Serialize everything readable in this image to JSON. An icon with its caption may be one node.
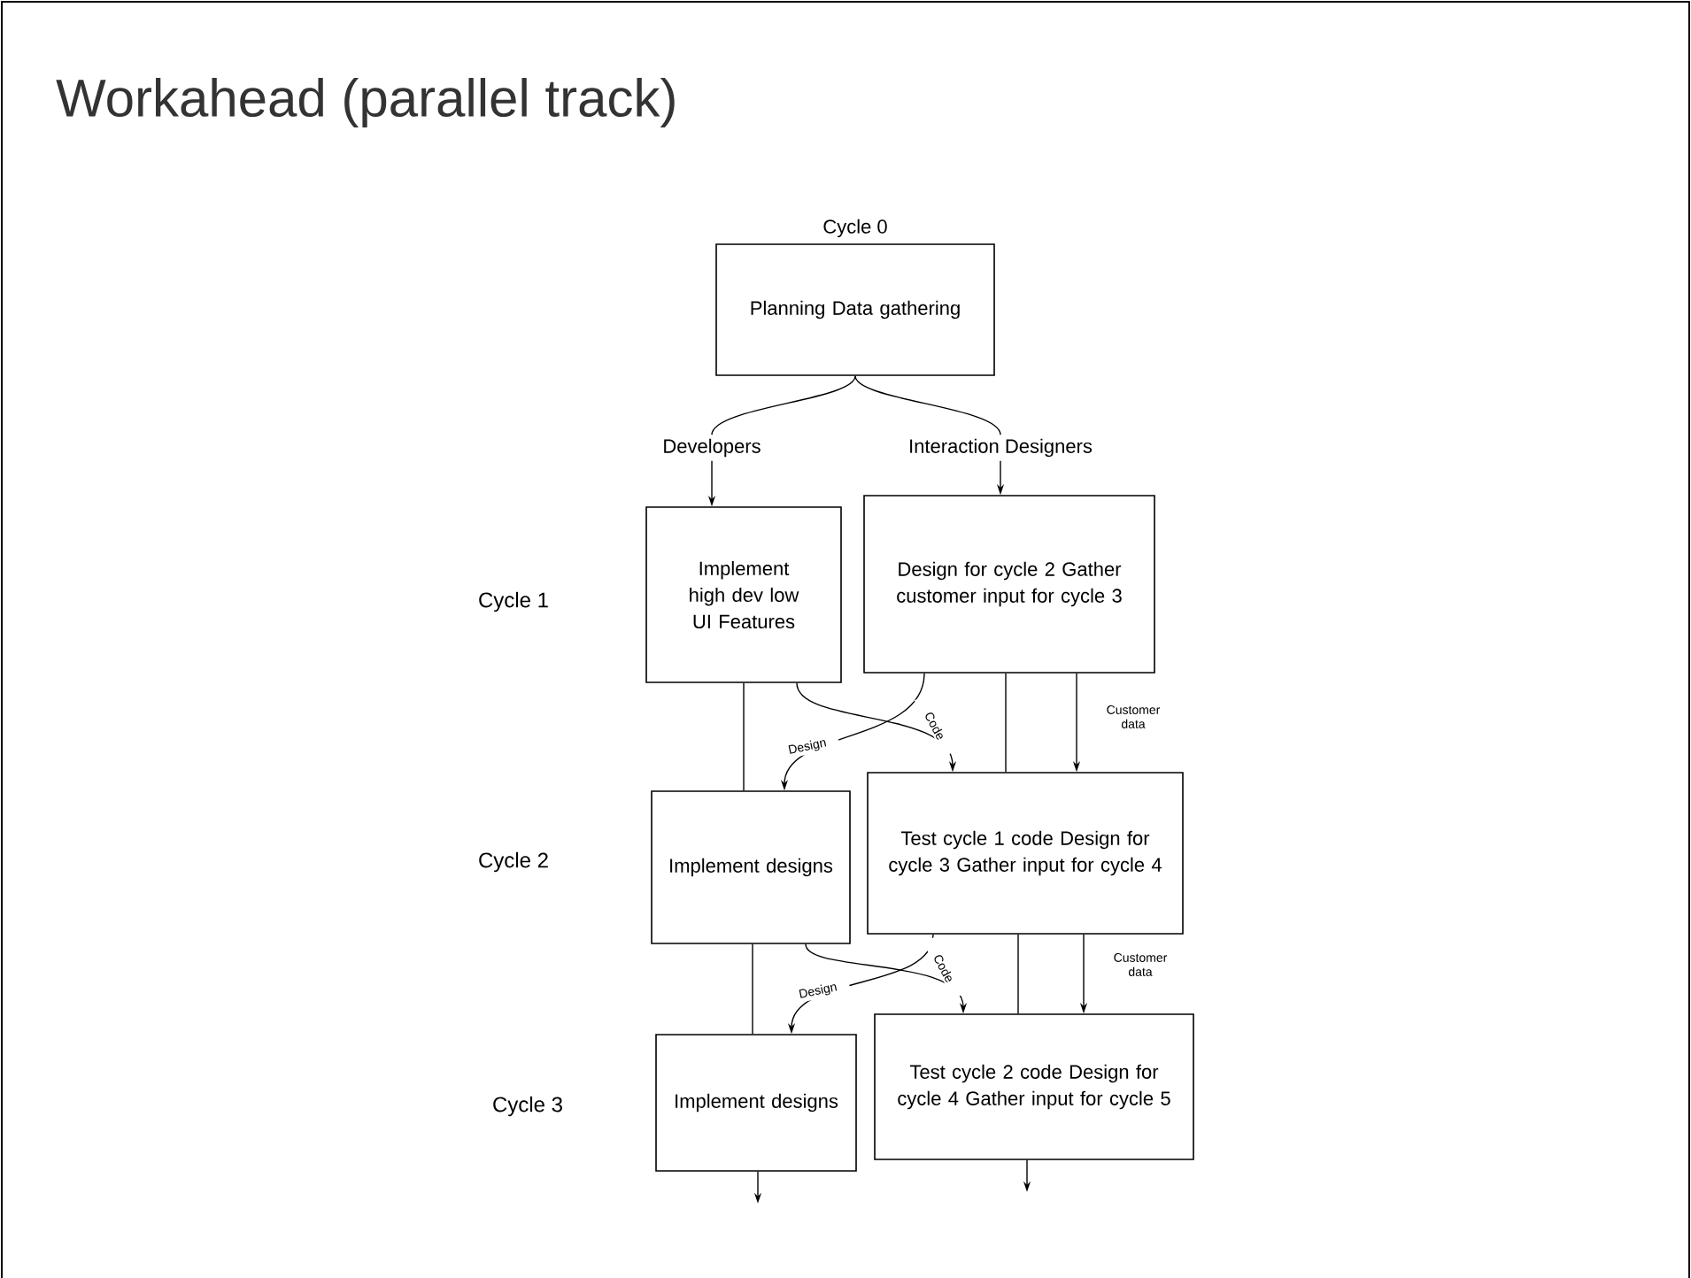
{
  "diagram": {
    "title": "Workahead (parallel track)",
    "nodes": [
      {
        "text": [
          "Planning Data gathering"
        ],
        "beside": [
          "Cycle 0"
        ]
      },
      {
        "text": [
          "Developers"
        ]
      },
      {
        "text": [
          "Interaction Designers"
        ]
      },
      {
        "text": [
          "Implement high dev low UI Features"
        ]
      },
      {
        "text": [
          "Design for cycle 2 Gather customer input for cycle 3"
        ]
      },
      {
        "text": [
          "Implement designs"
        ]
      },
      {
        "text": [
          "Test cycle 1 code Design for cycle 3 Gather input for cycle 4"
        ]
      },
      {
        "text": [
          "Implement designs"
        ]
      },
      {
        "text": [
          "Test cycle 2 code Design for cycle 4 Gather input for cycle 5"
        ]
      }
    ],
    "edges": [
      {
        "from": 0,
        "to": 1,
        "arrow": "none"
      },
      {
        "from": 0,
        "to": 2,
        "arrow": "none"
      },
      {
        "from": 1,
        "to": 3,
        "arrow": "to"
      },
      {
        "from": 2,
        "to": 4,
        "arrow": "to"
      },
      {
        "from": 3,
        "to": 5,
        "arrow": "none"
      },
      {
        "from": 4,
        "to": 6,
        "arrow": "none"
      },
      {
        "from": 4,
        "to": 6,
        "arrow": "to",
        "label": "Customer data"
      },
      {
        "from": 3,
        "to": 6,
        "arrow": "to",
        "label": "Code"
      },
      {
        "from": 4,
        "to": 5,
        "arrow": "to",
        "label": "Design"
      },
      {
        "from": 5,
        "to": 7,
        "arrow": "none"
      },
      {
        "from": 6,
        "to": 8,
        "arrow": "none"
      },
      {
        "from": 6,
        "to": 8,
        "arrow": "to",
        "label": "Customer data"
      },
      {
        "from": 5,
        "to": 8,
        "arrow": "to",
        "label": "Code"
      },
      {
        "from": 6,
        "to": 7,
        "arrow": "to",
        "label": "Design"
      },
      {
        "from": 7,
        "to": null,
        "arrow": "to"
      },
      {
        "from": 8,
        "to": null,
        "arrow": "to"
      }
    ],
    "labels": [
      "Cycle 1",
      "Cycle 2",
      "Cycle 3"
    ]
  }
}
